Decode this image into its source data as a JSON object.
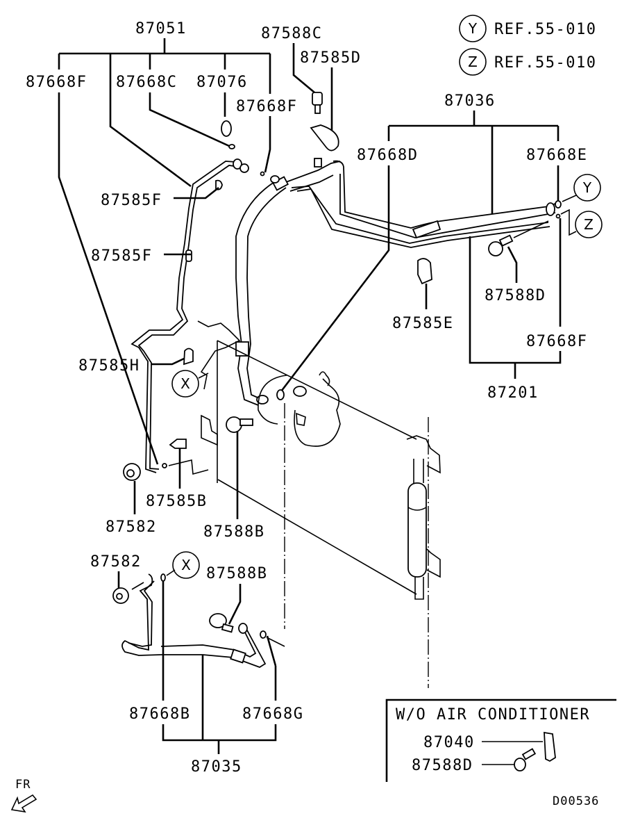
{
  "diagram": {
    "drawing_code": "D00536",
    "direction_indicator": "FR",
    "references": [
      {
        "marker": "Y",
        "text": "REF.55-010"
      },
      {
        "marker": "Z",
        "text": "REF.55-010"
      }
    ],
    "callout_markers": {
      "x_upper": "X",
      "x_lower": "X",
      "y_connector": "Y",
      "z_connector": "Z"
    },
    "assemblies": {
      "suction_hose": {
        "part": "87051",
        "children": [
          "87668F",
          "87668C",
          "87076",
          "87668F"
        ]
      },
      "discharge_hose": {
        "part": "87036",
        "children": [
          "87668D",
          "87668E"
        ]
      },
      "liquid_pipe": {
        "part": "87201",
        "children": [
          "87668F"
        ]
      },
      "condenser_pipe": {
        "part": "87035",
        "children": [
          "87668B",
          "87668G"
        ]
      }
    },
    "labels": {
      "p87051": "87051",
      "p87668F_a": "87668F",
      "p87668C": "87668C",
      "p87076": "87076",
      "p87668F_b": "87668F",
      "p87588C": "87588C",
      "p87585D": "87585D",
      "p87036": "87036",
      "p87668D": "87668D",
      "p87668E": "87668E",
      "p87585F_a": "87585F",
      "p87585F_b": "87585F",
      "p87588D": "87588D",
      "p87585E": "87585E",
      "p87668F_c": "87668F",
      "p87201": "87201",
      "p87585H": "87585H",
      "p87585B": "87585B",
      "p87582_a": "87582",
      "p87588B_a": "87588B",
      "p87582_b": "87582",
      "p87588B_b": "87588B",
      "p87668B": "87668B",
      "p87668G": "87668G",
      "p87035": "87035"
    },
    "inset": {
      "title": "W/O AIR CONDITIONER",
      "items": [
        {
          "part": "87040"
        },
        {
          "part": "87588D"
        }
      ]
    }
  }
}
